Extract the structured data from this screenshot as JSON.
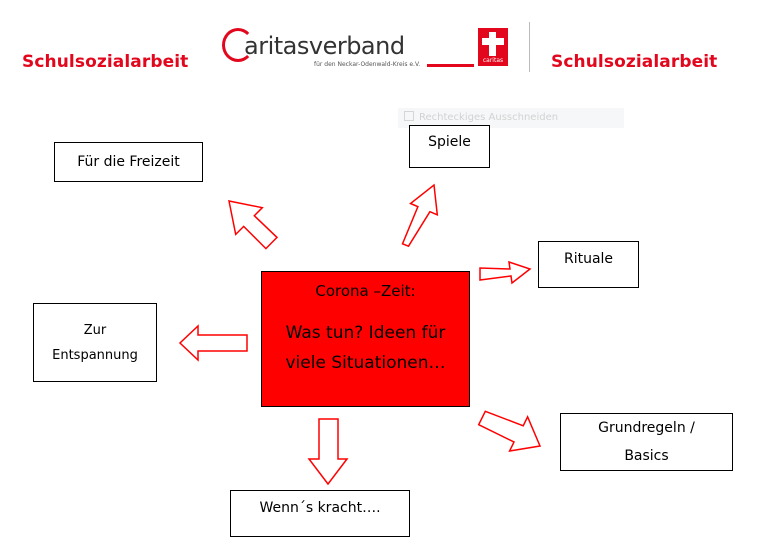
{
  "header": {
    "left_title": "Schulsozialarbeit",
    "right_title": "Schulsozialarbeit"
  },
  "logo": {
    "wordmark": "aritasverband",
    "subtitle": "für den Neckar-Odenwald-Kreis e.V.",
    "mark_text": "caritas"
  },
  "ghost_toolbar": {
    "label": "Rechteckiges Ausschneiden"
  },
  "center": {
    "title": "Corona –Zeit:",
    "text": "Was tun? Ideen für viele Situationen…"
  },
  "nodes": {
    "freizeit": "Für die Freizeit",
    "spiele": "Spiele",
    "rituale": "Rituale",
    "entspannung": "Zur Entspannung",
    "grundregeln": "Grundregeln / Basics",
    "kracht": "Wenn´s kracht…."
  },
  "colors": {
    "accent": "#e2071d",
    "center_fill": "#ff0000",
    "arrow_outline": "#ff0000"
  }
}
